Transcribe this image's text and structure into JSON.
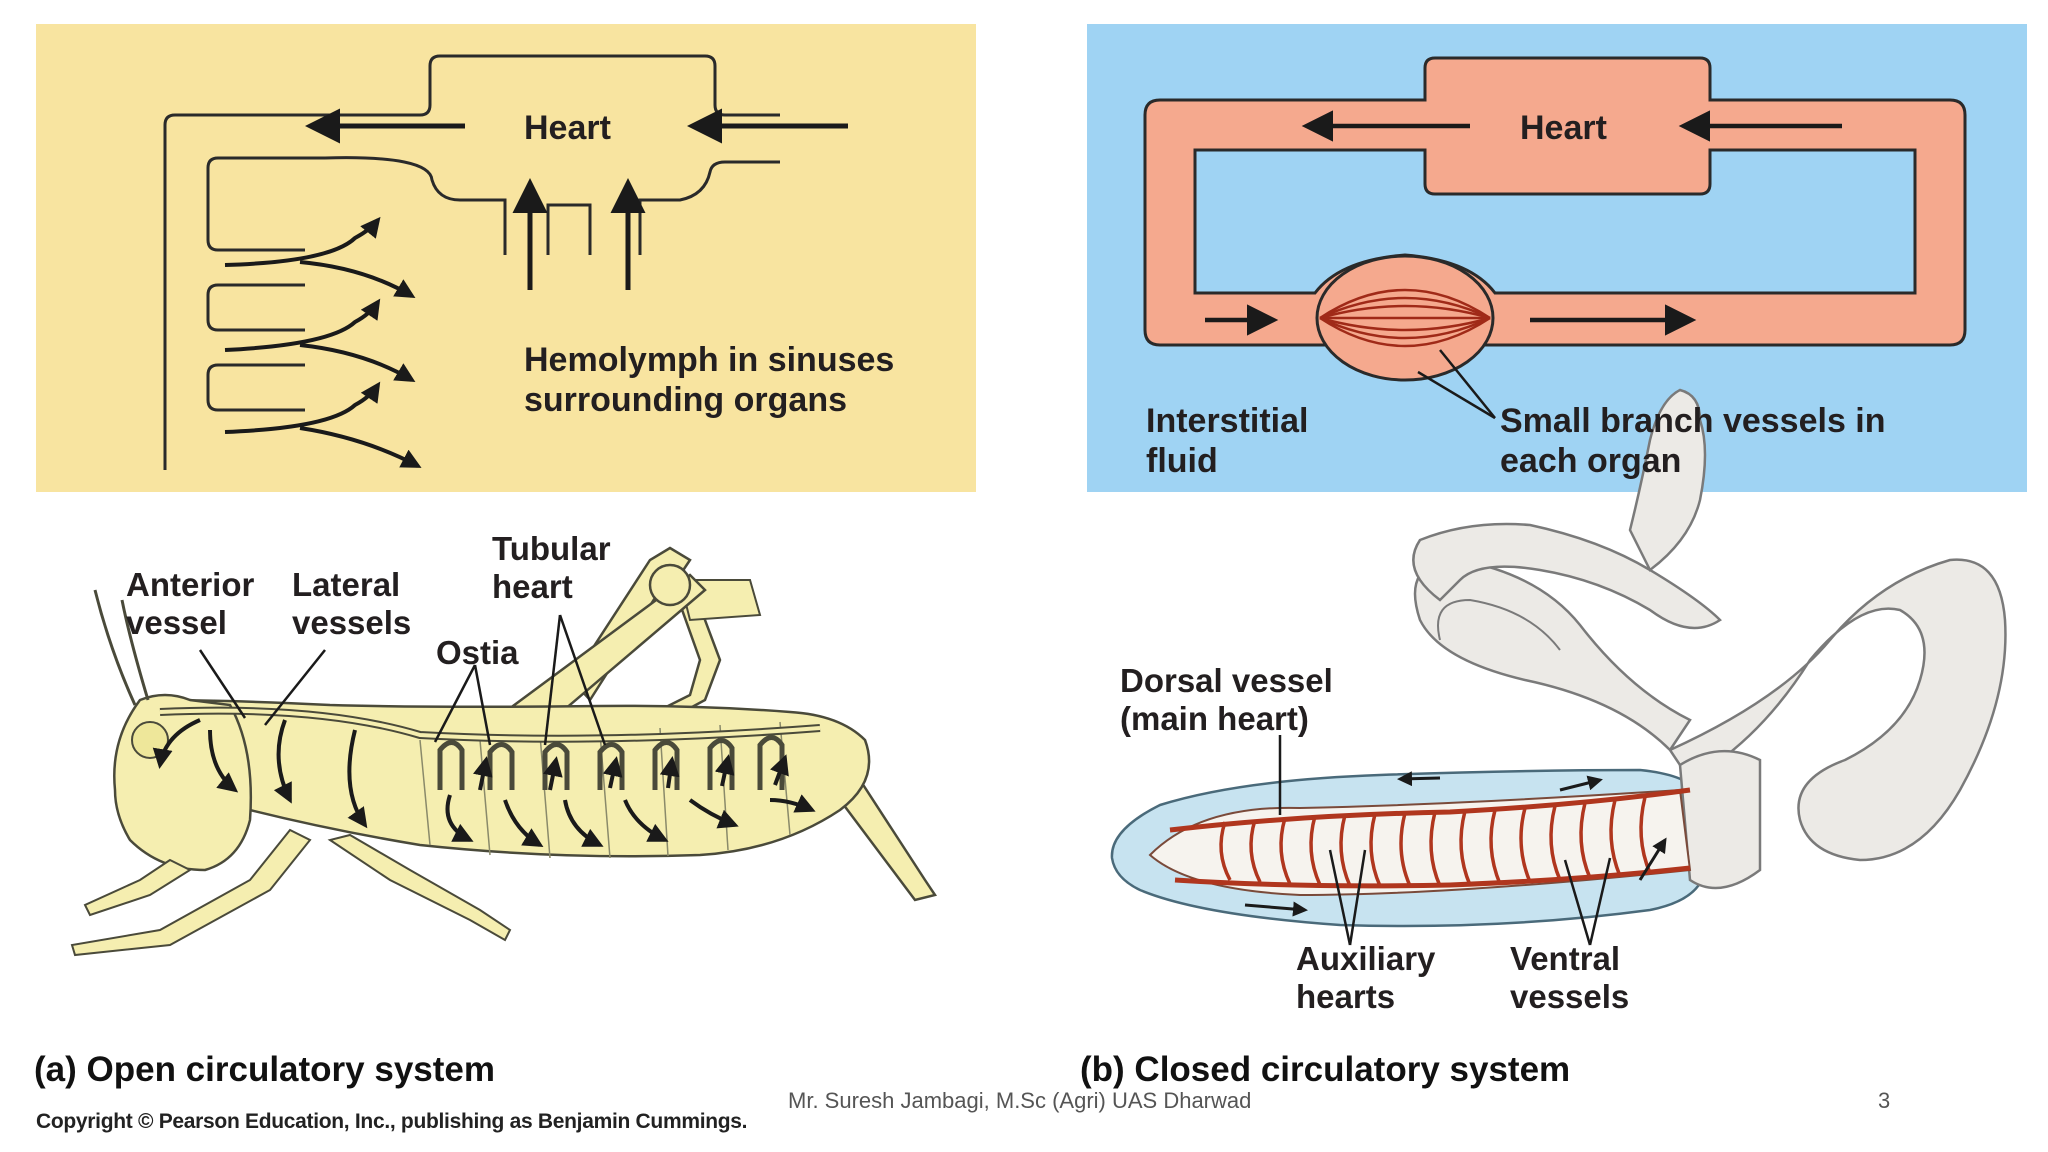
{
  "panel_a": {
    "heart_label": "Heart",
    "hemolymph_label": "Hemolymph in sinuses surrounding organs",
    "bg_color": "#f8e4a0"
  },
  "panel_b": {
    "heart_label": "Heart",
    "interstitial_label": "Interstitial fluid",
    "branch_label": "Small branch vessels in each organ",
    "bg_color": "#9fd3f3",
    "vessel_color": "#f5a98e"
  },
  "grasshopper": {
    "anterior_vessel": "Anterior vessel",
    "lateral_vessels": "Lateral vessels",
    "tubular_heart": "Tubular heart",
    "ostia": "Ostia"
  },
  "earthworm": {
    "dorsal_vessel": "Dorsal vessel (main heart)",
    "auxiliary_hearts": "Auxiliary hearts",
    "ventral_vessels": "Ventral vessels"
  },
  "captions": {
    "open": "(a) Open circulatory system",
    "closed": "(b) Closed circulatory system",
    "copyright": "Copyright © Pearson Education, Inc., publishing as Benjamin Cummings."
  },
  "footer": {
    "author": "Mr. Suresh Jambagi, M.Sc (Agri) UAS Dharwad",
    "page_number": "3"
  }
}
